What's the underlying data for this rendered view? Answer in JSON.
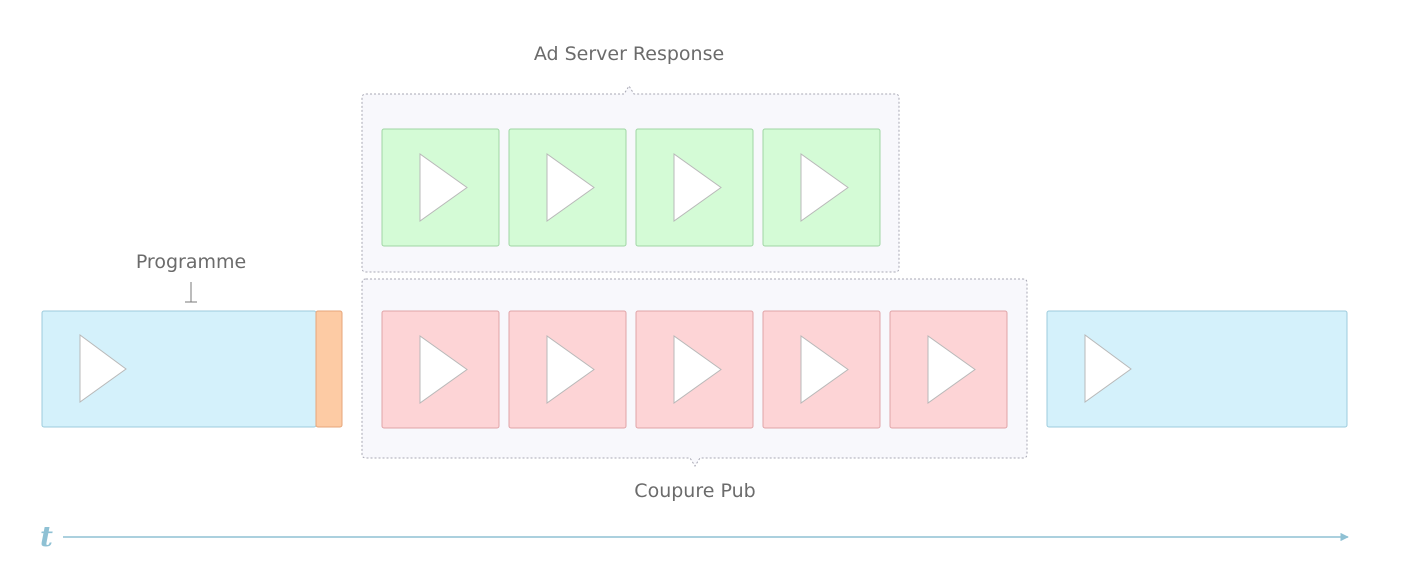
{
  "labels": {
    "ad_server_response": "Ad Server Response",
    "coupure_pub": "Coupure Pub",
    "programme": "Programme",
    "time_axis": "t"
  },
  "tiles": {
    "ad_server_count": 4,
    "coupure_count": 5
  },
  "colors": {
    "programme_fill": "#d4f1fb",
    "programme_stroke": "#9ccbdc",
    "transition_fill": "#fdcba4",
    "transition_stroke": "#e6a67a",
    "green_fill": "#d4fbd6",
    "green_stroke": "#9fd6a4",
    "red_fill": "#fdd4d6",
    "red_stroke": "#e0a3a7",
    "group_fill": "#f8f8fc",
    "group_stroke": "#a9a9b5",
    "axis": "#8fc1d4",
    "play": "#ffffff",
    "play_stroke": "#b9b9b9"
  }
}
